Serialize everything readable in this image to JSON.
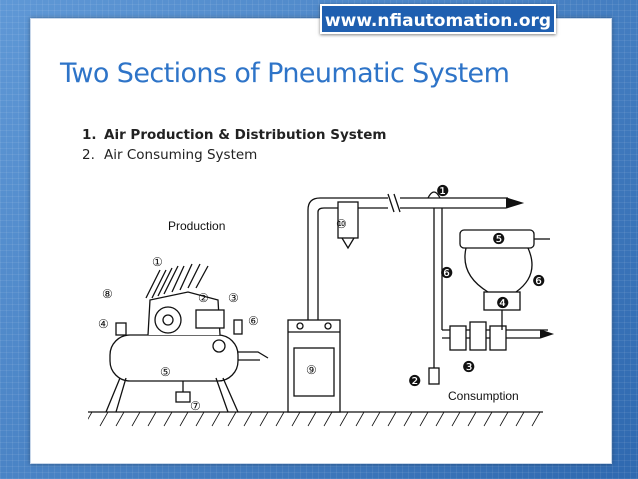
{
  "banner": {
    "text": "www.nfiautomation.org"
  },
  "slide": {
    "title": "Two Sections of Pneumatic System",
    "items": [
      {
        "number": "1.",
        "label": "Air Production & Distribution System",
        "bold": true
      },
      {
        "number": "2.",
        "label": "Air Consuming System",
        "bold": false
      }
    ]
  },
  "diagram": {
    "production_label": "Production",
    "consumption_label": "Consumption",
    "callouts": [
      "❶",
      "❷",
      "❸",
      "❹",
      "❺",
      "❻",
      "❻",
      "①",
      "②",
      "③",
      "④",
      "⑤",
      "⑥",
      "⑦",
      "⑧",
      "⑨",
      "⑩"
    ]
  },
  "colors": {
    "background": "#3d7cc4",
    "banner": "#1f5fb0",
    "title": "#2e74c8"
  }
}
